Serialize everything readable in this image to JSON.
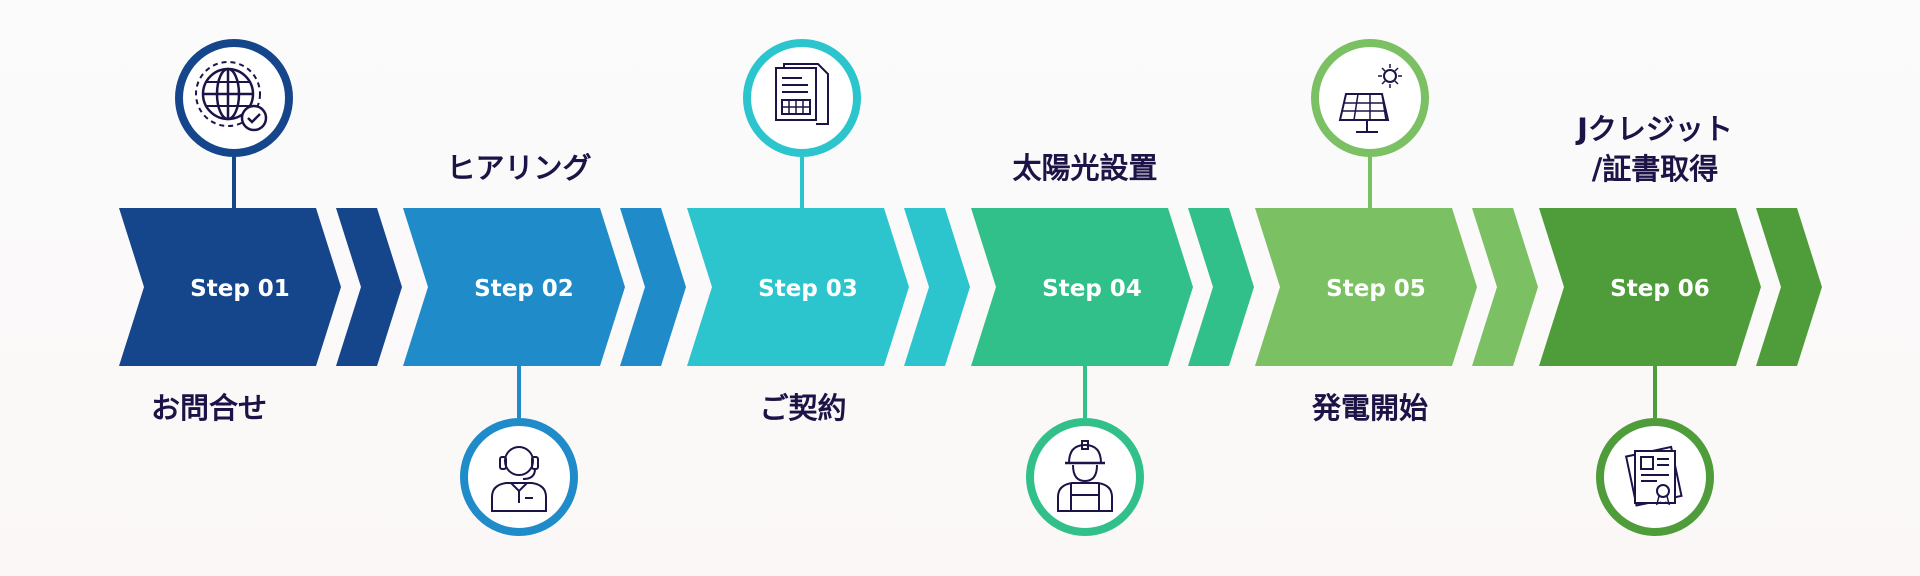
{
  "steps": [
    {
      "label": "Step 01",
      "title": "お問合せ",
      "title_pos": "below",
      "icon": "globe-check-icon",
      "color": "#15458b"
    },
    {
      "label": "Step 02",
      "title": "ヒアリング",
      "title_pos": "above",
      "icon": "support-agent-icon",
      "color": "#1f8bc9"
    },
    {
      "label": "Step 03",
      "title": "ご契約",
      "title_pos": "below",
      "icon": "contract-document-icon",
      "color": "#2cc5ce"
    },
    {
      "label": "Step 04",
      "title": "太陽光設置",
      "title_pos": "above",
      "icon": "worker-helmet-icon",
      "color": "#31c089"
    },
    {
      "label": "Step 05",
      "title": "発電開始",
      "title_pos": "below",
      "icon": "solar-panel-icon",
      "color": "#7bc062"
    },
    {
      "label": "Step 06",
      "title_line1": "Jクレジット",
      "title_line2": "/証書取得",
      "title_pos": "above",
      "icon": "certificate-icon",
      "color": "#4f9d3a"
    }
  ],
  "text_color": "#1e1346"
}
